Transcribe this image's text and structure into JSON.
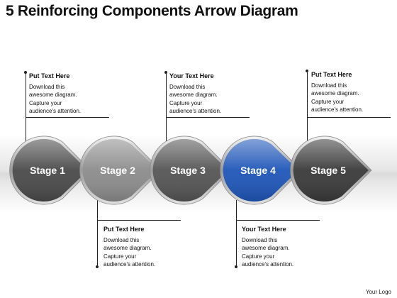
{
  "title": "5 Reinforcing Components Arrow Diagram",
  "logo_text": "Your Logo",
  "stages": [
    {
      "label": "Stage 1",
      "color": "#4a4a4a"
    },
    {
      "label": "Stage 2",
      "color": "#8c8c8c"
    },
    {
      "label": "Stage 3",
      "color": "#555555"
    },
    {
      "label": "Stage 4",
      "color": "#1f56b8"
    },
    {
      "label": "Stage 5",
      "color": "#3a3a3a"
    }
  ],
  "notes": [
    {
      "title": "Put Text Here",
      "lines": [
        "Download this",
        "awesome diagram.",
        "Capture your",
        "audience's attention."
      ]
    },
    {
      "title": "Put Text Here",
      "lines": [
        "Download this",
        "awesome diagram.",
        "Capture your",
        "audience's attention."
      ]
    },
    {
      "title": "Your Text Here",
      "lines": [
        "Download this",
        "awesome diagram.",
        "Capture your",
        "audience's attention."
      ]
    },
    {
      "title": "Your Text Here",
      "lines": [
        "Download this",
        "awesome diagram.",
        "Capture your",
        "audience's attention."
      ]
    },
    {
      "title": "Put Text Here",
      "lines": [
        "Download this",
        "awesome diagram.",
        "Capture your",
        "audience's attention."
      ]
    }
  ]
}
